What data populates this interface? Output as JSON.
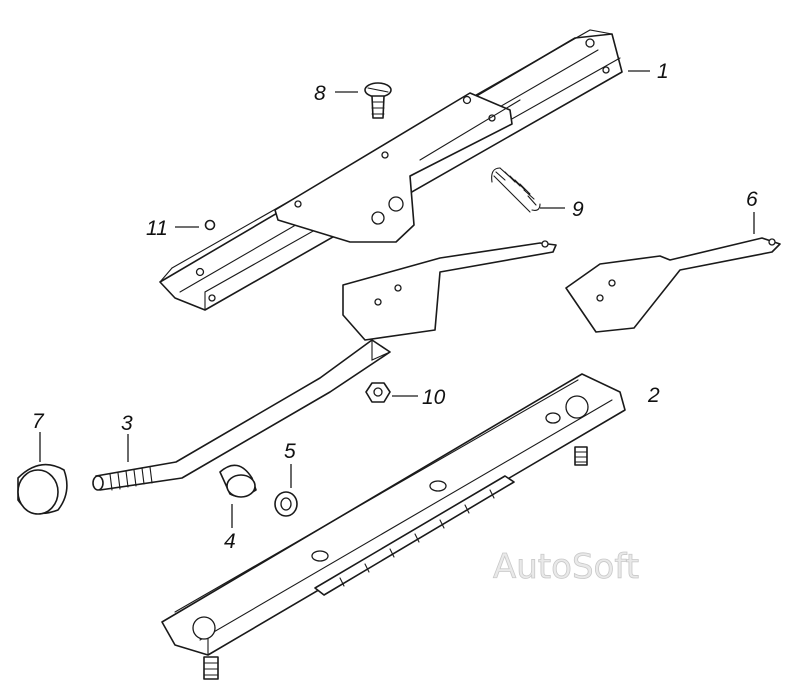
{
  "callouts": [
    {
      "id": "1",
      "label": "1"
    },
    {
      "id": "2",
      "label": "2"
    },
    {
      "id": "3",
      "label": "3"
    },
    {
      "id": "4",
      "label": "4"
    },
    {
      "id": "5",
      "label": "5"
    },
    {
      "id": "6",
      "label": "6"
    },
    {
      "id": "7",
      "label": "7"
    },
    {
      "id": "8",
      "label": "8"
    },
    {
      "id": "9",
      "label": "9"
    },
    {
      "id": "10",
      "label": "10"
    },
    {
      "id": "11",
      "label": "11"
    }
  ],
  "watermark": "AutoSoft",
  "colors": {
    "line": "#1a1a1a",
    "background": "#ffffff",
    "watermark": "#c9c9c9"
  }
}
